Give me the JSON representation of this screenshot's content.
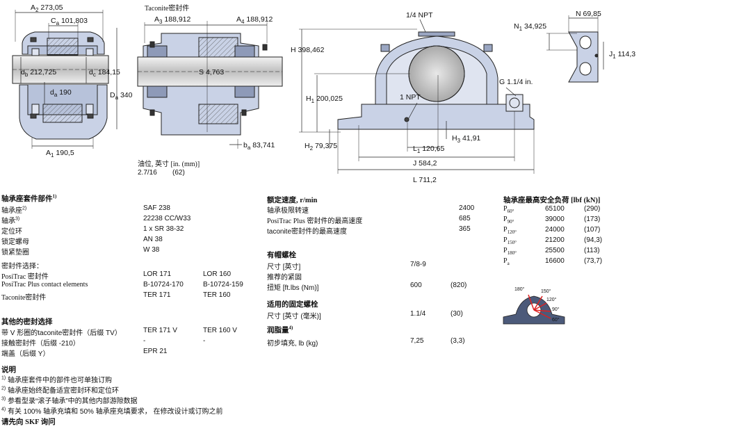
{
  "drawing": {
    "labels": {
      "A2": "A",
      "A2_sub": "2",
      "A2_val": "273,05",
      "Ca": "C",
      "Ca_sub": "a",
      "Ca_val": "101,803",
      "db": "d",
      "db_sub": "b",
      "db_val": "212,725",
      "dc": "d",
      "dc_sub": "c",
      "dc_val": "184,15",
      "da": "d",
      "da_sub": "a",
      "da_val": "190",
      "Da": "D",
      "Da_sub": "a",
      "Da_val": "340",
      "A1": "A",
      "A1_sub": "1",
      "A1_val": "190,5",
      "taconite": "Taconite密封件",
      "A3": "A",
      "A3_sub": "3",
      "A3_val": "188,912",
      "A4": "A",
      "A4_sub": "4",
      "A4_val": "188,912",
      "S": "S",
      "S_val": "4,763",
      "ba": "b",
      "ba_sub": "a",
      "ba_val": "83,741",
      "oil_title": "油位, 英寸 [in. (mm)]",
      "oil_in": "2.7/16",
      "oil_mm": "(62)",
      "npt_top": "1/4 NPT",
      "H": "H",
      "H_val": "398,462",
      "H1": "H",
      "H1_sub": "1",
      "H1_val": "200,025",
      "npt_mid": "1 NPT",
      "H2": "H",
      "H2_sub": "2",
      "H2_val": "79,375",
      "H3": "H",
      "H3_sub": "3",
      "H3_val": "41,91",
      "L1": "L",
      "L1_sub": "1",
      "L1_val": "120,65",
      "J": "J",
      "J_val": "584,2",
      "L": "L",
      "L_val": "711,2",
      "G": "G",
      "G_val": "1.1/4 in.",
      "N1": "N",
      "N1_sub": "1",
      "N1_val": "34,925",
      "N": "N",
      "N_val": "69,85",
      "J1": "J",
      "J1_sub": "1",
      "J1_val": "114,3"
    },
    "angles": [
      "180°",
      "150°",
      "120°",
      "90°",
      "60°"
    ]
  },
  "housing_parts": {
    "title": "轴承座套件部件",
    "title_sup": "1)",
    "rows": [
      {
        "label": "轴承座",
        "sup": "2)",
        "v1": "SAF 238",
        "v2": ""
      },
      {
        "label": "轴承",
        "sup": "3)",
        "v1": "22238 CC/W33",
        "v2": ""
      },
      {
        "label": "定位环",
        "sup": "",
        "v1": "1 x SR 38-32",
        "v2": ""
      },
      {
        "label": "锁定螺母",
        "sup": "",
        "v1": "AN 38",
        "v2": ""
      },
      {
        "label": "锁紧垫圈",
        "sup": "",
        "v1": "W 38",
        "v2": ""
      }
    ],
    "seal_title": "密封件选择：",
    "seal_rows": [
      {
        "label": "PosiTrac 密封件",
        "v1": "LOR 171",
        "v2": "LOR 160"
      },
      {
        "label": "PosiTrac Plus contact elements",
        "v1": "B-10724-170",
        "v2": "B-10724-159"
      },
      {
        "label": "Taconite密封件",
        "v1": "TER 171",
        "v2": "TER 160"
      }
    ],
    "other_title": "其他的密封选择",
    "other_rows": [
      {
        "label": "带 V 形圈的taconite密封件（后缀 TV）",
        "v1": "TER 171 V",
        "v2": "TER 160 V"
      },
      {
        "label": "接触密封件（后缀 -210）",
        "v1": "-",
        "v2": "-"
      },
      {
        "label": "端盖（后缀 Y）",
        "v1": "EPR 21",
        "v2": ""
      }
    ]
  },
  "speed": {
    "title": "额定速度, r/min",
    "rows": [
      {
        "label": "轴承极限转速",
        "v": "2400"
      },
      {
        "label": "PosiTrac Plus 密封件的最高速度",
        "v": "685"
      },
      {
        "label": "taconite密封件的最高速度",
        "v": "365"
      }
    ]
  },
  "cap_bolts": {
    "title": "有帽螺栓",
    "rows": [
      {
        "label": "尺寸 [英寸]",
        "v1": "7/8-9",
        "v2": ""
      },
      {
        "label": "推荐的紧固",
        "v1": "",
        "v2": ""
      },
      {
        "label": "扭矩 [ft.lbs (Nm)]",
        "v1": "600",
        "v2": "(820)"
      }
    ]
  },
  "fixing_bolts": {
    "title": "适用的固定螺栓",
    "rows": [
      {
        "label": "尺寸 [英寸 (毫米)]",
        "v1": "1.1/4",
        "v2": "(30)"
      }
    ]
  },
  "grease": {
    "title": "润脂量",
    "title_sup": "4)",
    "rows": [
      {
        "label": "初步填充, lb (kg)",
        "v1": "7,25",
        "v2": "(3,3)"
      }
    ]
  },
  "loads": {
    "title": "轴承座最高安全负荷 [lbf (kN)]",
    "rows": [
      {
        "p": "P",
        "sub": "60°",
        "v1": "65100",
        "v2": "(290)"
      },
      {
        "p": "P",
        "sub": "90°",
        "v1": "39000",
        "v2": "(173)"
      },
      {
        "p": "P",
        "sub": "120°",
        "v1": "24000",
        "v2": "(107)"
      },
      {
        "p": "P",
        "sub": "150°",
        "v1": "21200",
        "v2": "(94,3)"
      },
      {
        "p": "P",
        "sub": "180°",
        "v1": "25500",
        "v2": "(113)"
      },
      {
        "p": "P",
        "sub": "a",
        "v1": "16600",
        "v2": "(73,7)"
      }
    ]
  },
  "notes": {
    "title": "说明",
    "items": [
      {
        "sup": "1)",
        "text": "轴承座套件中的部件也可单独订购"
      },
      {
        "sup": "2)",
        "text": "轴承座始终配备适宜密封环和定位环"
      },
      {
        "sup": "3)",
        "text": "参看型录“滚子轴承”中的其他内部游隙数据"
      },
      {
        "sup": "4)",
        "text": "有关 100% 轴承充填和 50% 轴承座充填要求， 在修改设计或订购之前"
      }
    ],
    "footer": "请先向 SKF 询问"
  },
  "colors": {
    "housing_fill": "#c9d2e6",
    "shaft_fill": "#d9d9d9",
    "line": "#222222"
  }
}
